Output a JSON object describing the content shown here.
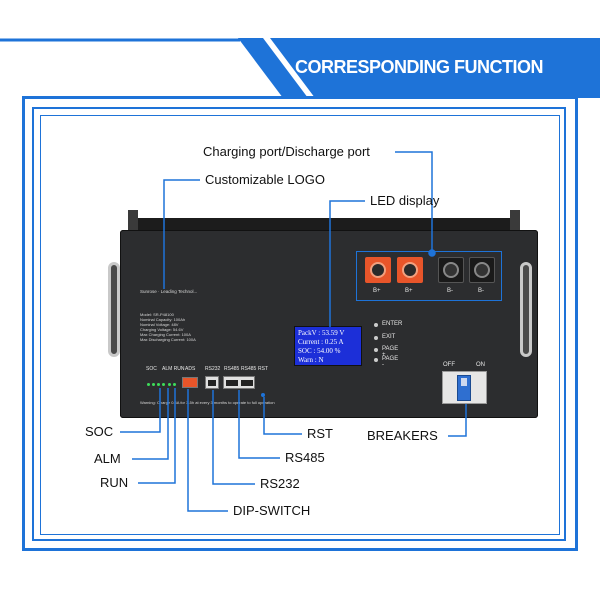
{
  "header": {
    "title": "CORRESPONDING FUNCTION"
  },
  "callouts": {
    "charging_port": "Charging port/Discharge port",
    "logo": "Customizable LOGO",
    "led": "LED display",
    "soc": "SOC",
    "alm": "ALM",
    "run": "RUN",
    "dip": "DIP-SWITCH",
    "rs232": "RS232",
    "rs485": "RS485",
    "rst": "RST",
    "breakers": "BREAKERS"
  },
  "device": {
    "brand": "Sunrose · Leading Technol...",
    "specs": [
      "Model: SR-P48100",
      "Nominal Capacity: 100Ah",
      "Nominal Voltage: 48V",
      "Charging Voltage: 54.6V",
      "Max Charging Current: 100A",
      "Max Discharging Current: 100A"
    ],
    "panel_labels": {
      "soc": "SOC",
      "alm_run": "ALM RUN",
      "ads": "ADS",
      "rs232": "RS232",
      "rs485a": "RS485",
      "rs485b": "RS485",
      "rst": "RST"
    },
    "warning": "Warning: Charge 0.5A for 3-5h at every 3 months to operate to full operation",
    "ports": [
      "B+",
      "B+",
      "B-",
      "B-"
    ],
    "menu": [
      "ENTER",
      "EXIT",
      "PAGE +",
      "PAGE -"
    ],
    "breaker": {
      "off": "OFF",
      "on": "ON"
    },
    "lcd": [
      [
        "PackV",
        ":",
        "53.59",
        "V"
      ],
      [
        "Current",
        ":",
        "0.25",
        "A"
      ],
      [
        "SOC",
        ":",
        "54.00",
        "%"
      ],
      [
        "Warn",
        ":",
        "N",
        ""
      ]
    ]
  },
  "colors": {
    "accent": "#1e73d8",
    "port_orange": "#e8552a",
    "lcd": "#1c2fd8"
  }
}
